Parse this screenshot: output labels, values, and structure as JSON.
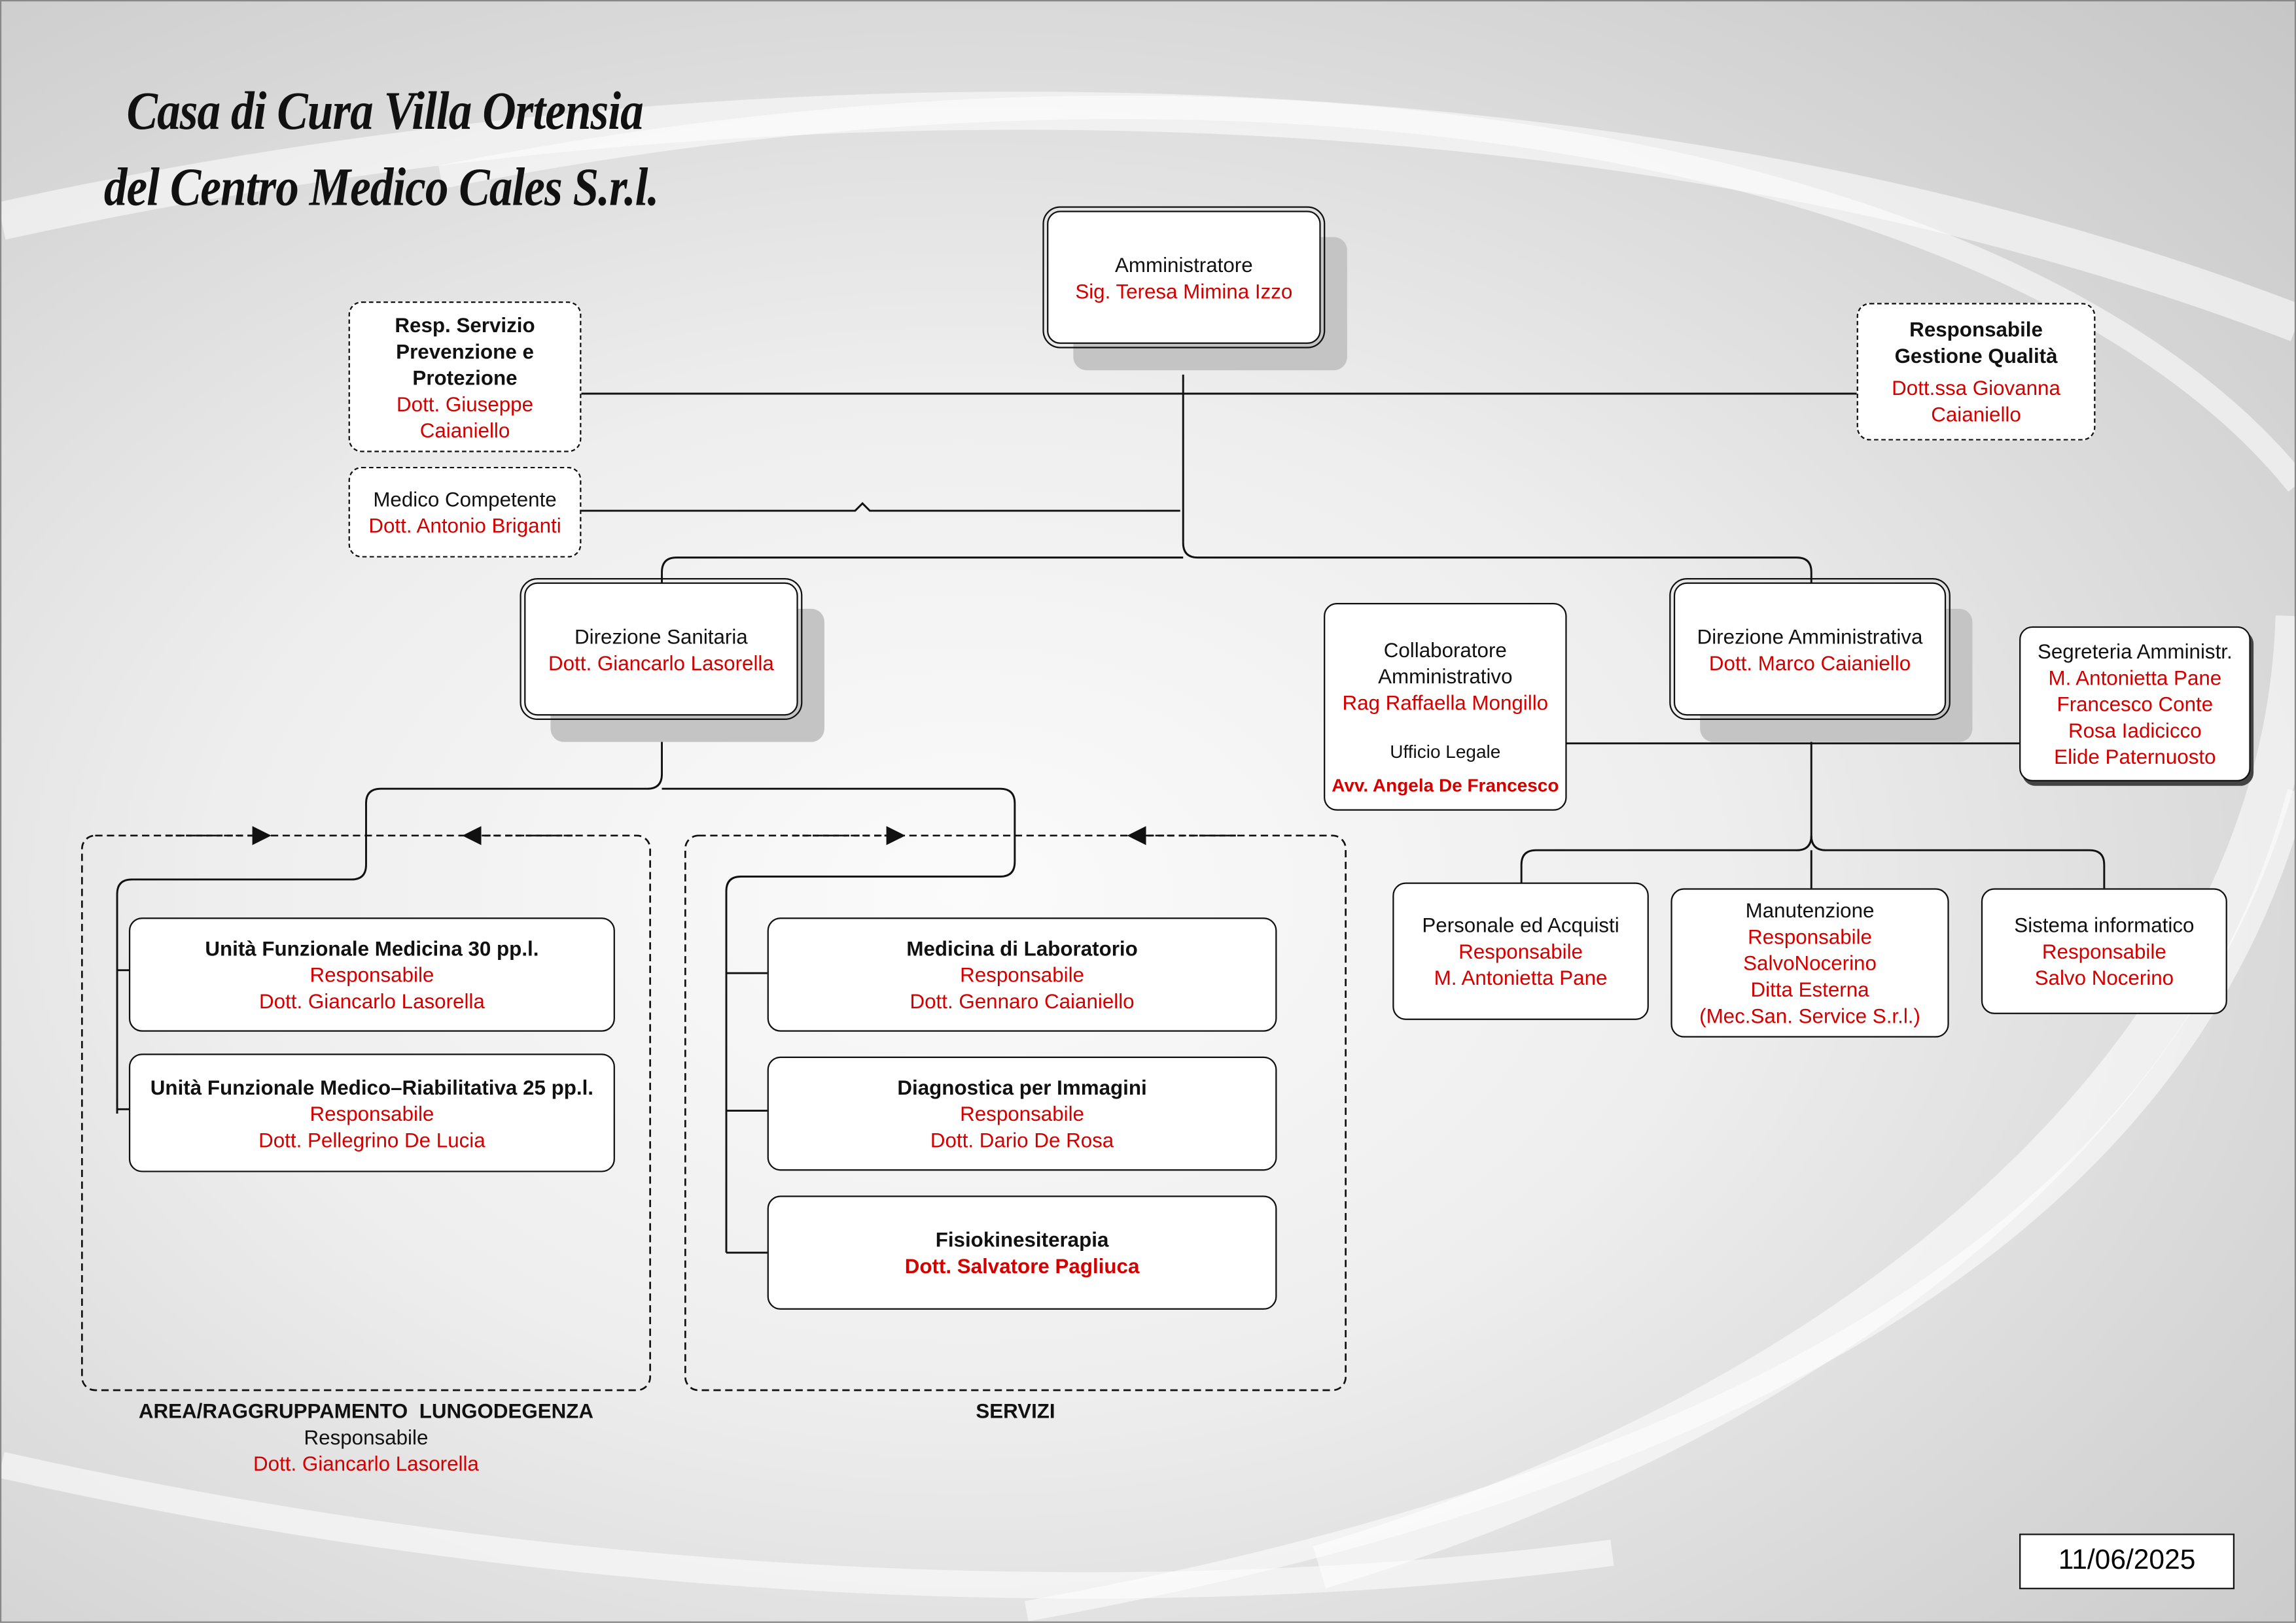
{
  "title": {
    "line1": "Casa di Cura Villa Ortensia",
    "line2": "del Centro Medico Cales S.r.l."
  },
  "nodes": {
    "amministratore": {
      "role": "Amministratore",
      "name": "Sig. Teresa Mimina Izzo"
    },
    "rspp": {
      "role": "Resp. Servizio Prevenzione e Protezione",
      "name": "Dott. Giuseppe Caianiello"
    },
    "medico_competente": {
      "role": "Medico Competente",
      "name": "Dott. Antonio Briganti"
    },
    "qualita": {
      "role": "Responsabile Gestione Qualità",
      "name": "Dott.ssa Giovanna Caianiello"
    },
    "direzione_sanitaria": {
      "role": "Direzione Sanitaria",
      "name": "Dott. Giancarlo Lasorella"
    },
    "collaboratore": {
      "role": "Collaboratore Amministrativo",
      "name": "Rag Raffaella Mongillo",
      "legal_role": "Ufficio Legale",
      "legal_name": "Avv. Angela De Francesco"
    },
    "direzione_amministrativa": {
      "role": "Direzione Amministrativa",
      "name": "Dott. Marco Caianiello"
    },
    "segreteria": {
      "role": "Segreteria Amministr.",
      "names": [
        "M. Antonietta Pane",
        "Francesco Conte",
        "Rosa Iadicicco",
        "Elide Paternuosto"
      ]
    },
    "personale": {
      "role": "Personale ed Acquisti",
      "resp": "Responsabile",
      "name": "M. Antonietta Pane"
    },
    "manutenzione": {
      "role": "Manutenzione",
      "resp": "Responsabile",
      "name": "SalvoNocerino",
      "extra1": "Ditta Esterna",
      "extra2": "(Mec.San. Service S.r.l.)"
    },
    "sistema": {
      "role": "Sistema informatico",
      "resp": "Responsabile",
      "name": "Salvo Nocerino"
    },
    "uf_medicina": {
      "role": "Unità Funzionale Medicina 30 pp.l.",
      "resp": "Responsabile",
      "name": "Dott. Giancarlo Lasorella"
    },
    "uf_riabilitativa": {
      "role": "Unità Funzionale Medico–Riabilitativa 25 pp.l.",
      "resp": "Responsabile",
      "name": "Dott. Pellegrino De Lucia"
    },
    "laboratorio": {
      "role": "Medicina di Laboratorio",
      "resp": "Responsabile",
      "name": "Dott. Gennaro Caianiello"
    },
    "diagnostica": {
      "role": "Diagnostica per Immagini",
      "resp": "Responsabile",
      "name": "Dott. Dario De Rosa"
    },
    "fisio": {
      "role": "Fisiokinesiterapia",
      "name": "Dott. Salvatore Pagliuca"
    }
  },
  "areas": {
    "lungodegenza": {
      "label": "AREA/RAGGRUPPAMENTO  LUNGODEGENZA",
      "resp": "Responsabile",
      "name": "Dott. Giancarlo Lasorella"
    },
    "servizi": {
      "label": "SERVIZI"
    }
  },
  "date": "11/06/2025",
  "colors": {
    "name_text": "#d40000",
    "line": "#111111",
    "background": "#e4e4e4"
  }
}
